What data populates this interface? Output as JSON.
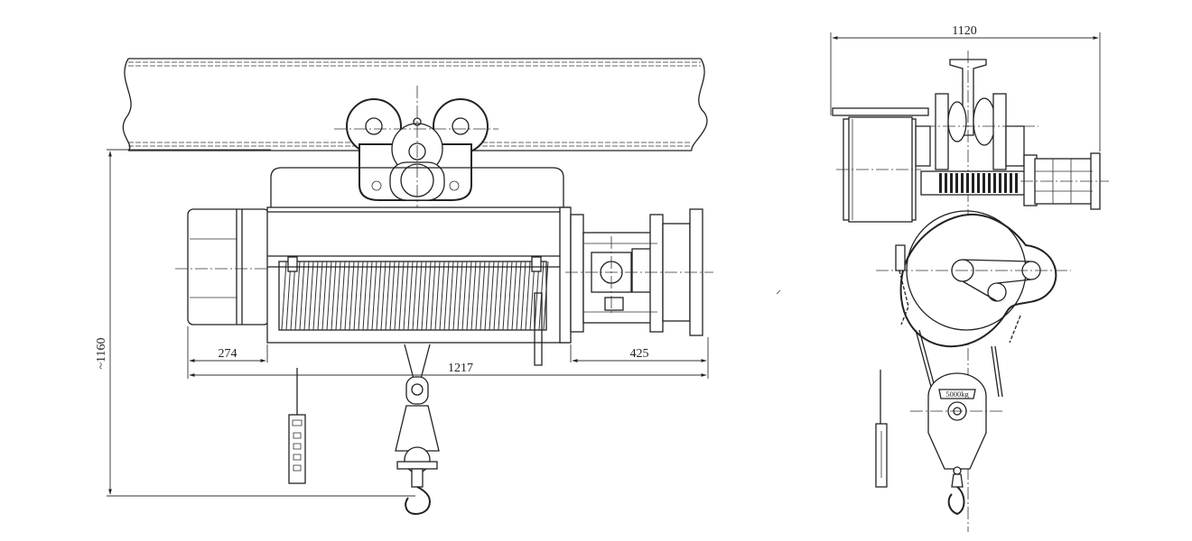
{
  "drawing": {
    "front_view": {
      "dimensions": {
        "overall_height": "~1160",
        "left_overhang": "274",
        "overall_length": "1217",
        "right_overhang": "425"
      }
    },
    "side_view": {
      "dimensions": {
        "overall_width": "1120"
      },
      "hook_block_label": "5000kg"
    }
  }
}
